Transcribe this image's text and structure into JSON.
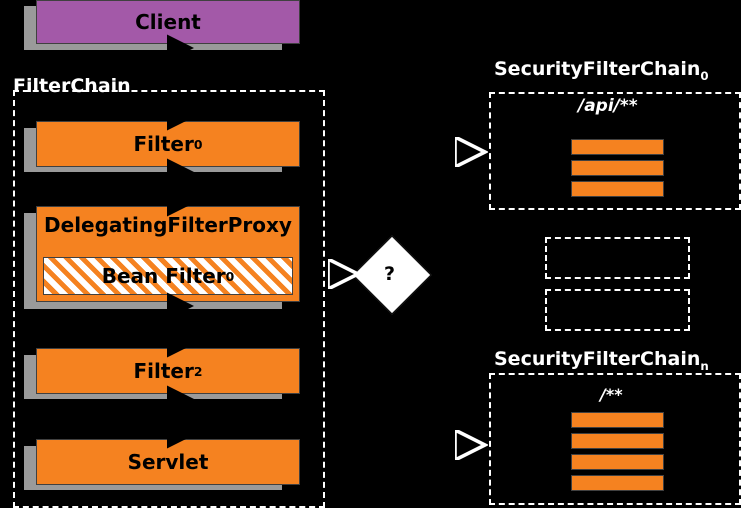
{
  "diagram": {
    "title": "Spring Security FilterChain dispatch",
    "background": "#000000",
    "colors": {
      "orange": "#f58220",
      "purple": "#a359a8",
      "shadow": "#9a9a9a",
      "white": "#ffffff",
      "black": "#000000"
    },
    "left_group": {
      "label": "FilterChain",
      "client": "Client",
      "nodes": [
        {
          "label": "Filter",
          "subscript": "0"
        },
        {
          "label": "DelegatingFilterProxy",
          "subscript": ""
        },
        {
          "label": "Bean Filter",
          "subscript": "0"
        },
        {
          "label": "Filter",
          "subscript": "2"
        },
        {
          "label": "Servlet",
          "subscript": ""
        }
      ]
    },
    "decision": {
      "label": "?"
    },
    "right_groups": [
      {
        "label": "SecurityFilterChain",
        "subscript": "0",
        "pattern": "/api/**",
        "bar_count": 3
      },
      {
        "label": "",
        "subscript": "",
        "pattern": "",
        "bar_count": 0,
        "placeholder_rows": 2
      },
      {
        "label": "SecurityFilterChain",
        "subscript": "n",
        "pattern": "/**",
        "bar_count": 4
      }
    ]
  }
}
